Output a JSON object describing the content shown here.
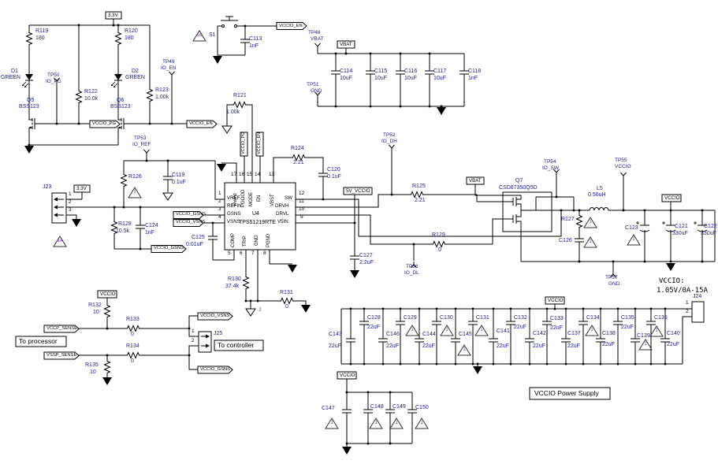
{
  "schematic": {
    "title": "VCCIO Power Supply"
  },
  "nets": {
    "v3p3": "3.3V",
    "vbat": "VBAT",
    "vccio": "VCCIO",
    "vccio_en": "VCCIO_EN",
    "vccio_pg": "VCCIO_PG",
    "vccio_gsns": "VCCIO_GSNS",
    "vccio_vsns": "VCCIO_VSNS",
    "v5_vccio": "5V_VCCIO",
    "vccp_sense": "VCCP_SENSE",
    "vssp_sense": "VSSP_SENSE"
  },
  "components": {
    "r119": {
      "ref": "R119",
      "value": "180"
    },
    "r120": {
      "ref": "R120",
      "value": "180"
    },
    "r121": {
      "ref": "R121",
      "value": "1.00k"
    },
    "r122": {
      "ref": "R122",
      "value": "10.0k"
    },
    "r123": {
      "ref": "R123",
      "value": "1.00k"
    },
    "r124": {
      "ref": "R124",
      "value": "2.21"
    },
    "r125": {
      "ref": "R125",
      "value": "2.21"
    },
    "r126": {
      "ref": "R126"
    },
    "r127": {
      "ref": "R127"
    },
    "r128": {
      "ref": "R128",
      "value": "10.5k"
    },
    "r129": {
      "ref": "R129",
      "value": "0"
    },
    "r130": {
      "ref": "R130",
      "value": "37.4k"
    },
    "r131": {
      "ref": "R131",
      "value": "0"
    },
    "r132": {
      "ref": "R132",
      "value": "10"
    },
    "r133": {
      "ref": "R133",
      "value": "0"
    },
    "r134": {
      "ref": "R134",
      "value": "0"
    },
    "r135": {
      "ref": "R135",
      "value": "10"
    },
    "c113": {
      "ref": "C113",
      "value": "1nF"
    },
    "c114": {
      "ref": "C114",
      "value": "10uF"
    },
    "c115": {
      "ref": "C115",
      "value": "10uF"
    },
    "c116": {
      "ref": "C116",
      "value": "10uF"
    },
    "c117": {
      "ref": "C117",
      "value": "10uF"
    },
    "c118": {
      "ref": "C118",
      "value": "1nF"
    },
    "c119": {
      "ref": "C119",
      "value": "0.1uF"
    },
    "c120": {
      "ref": "C120",
      "value": "0.1uF"
    },
    "c121": {
      "ref": "C121",
      "value": "330uF"
    },
    "c122": {
      "ref": "C122",
      "value": "330uF"
    },
    "c123": {
      "ref": "C123"
    },
    "c124": {
      "ref": "C124",
      "value": "1nF"
    },
    "c125": {
      "ref": "C125",
      "value": "0.01uF"
    },
    "c126": {
      "ref": "C126"
    },
    "c127": {
      "ref": "C127",
      "value": "2.2uF"
    },
    "c128": {
      "ref": "C128",
      "value": "22uF"
    },
    "c129": {
      "ref": "C129"
    },
    "c130": {
      "ref": "C130"
    },
    "c131": {
      "ref": "C131"
    },
    "c132": {
      "ref": "C132",
      "value": "22uF"
    },
    "c133": {
      "ref": "C133",
      "value": "22uF"
    },
    "c134": {
      "ref": "C134"
    },
    "c135": {
      "ref": "C135",
      "value": "22uF"
    },
    "c136": {
      "ref": "C136"
    },
    "c137": {
      "ref": "C137",
      "value": "22uF"
    },
    "c138": {
      "ref": "C138",
      "value": "22uF"
    },
    "c139": {
      "ref": "C139"
    },
    "c140": {
      "ref": "C140",
      "value": "22uF"
    },
    "c141": {
      "ref": "C141",
      "value": "22uF"
    },
    "c142": {
      "ref": "C142",
      "value": "22uF"
    },
    "c143": {
      "ref": "C143",
      "value": "22uF"
    },
    "c144": {
      "ref": "C144",
      "value": "22uF"
    },
    "c145": {
      "ref": "C145"
    },
    "c146": {
      "ref": "C146",
      "value": "22uF"
    },
    "c147": {
      "ref": "C147"
    },
    "c148": {
      "ref": "C148"
    },
    "c149": {
      "ref": "C149"
    },
    "c150": {
      "ref": "C150"
    },
    "d1": {
      "ref": "D1",
      "value": "GREEN"
    },
    "d2": {
      "ref": "D2",
      "value": "GREEN"
    },
    "q5": {
      "ref": "Q5",
      "value": "BSS123"
    },
    "q6": {
      "ref": "Q6",
      "value": "BSS123"
    },
    "q7": {
      "ref": "Q7",
      "value": "CSD87350Q5D"
    },
    "u4": {
      "ref": "U4",
      "value": "TPS51219RTE"
    },
    "l5": {
      "ref": "L5",
      "value": "0.56uH"
    },
    "s1": {
      "ref": "S1"
    },
    "j23": {
      "ref": "J23"
    },
    "j24": {
      "ref": "J24"
    },
    "j25": {
      "ref": "J25"
    }
  },
  "testpoints": {
    "tp48": {
      "ref": "TP48",
      "net": "VBAT"
    },
    "tp49": {
      "ref": "TP49",
      "net": "IO_EN"
    },
    "tp50": {
      "ref": "TP50",
      "net": "IO_PG"
    },
    "tp51": {
      "ref": "TP51",
      "net": "GND"
    },
    "tp52": {
      "ref": "TP52",
      "net": "IO_DH"
    },
    "tp53": {
      "ref": "TP53",
      "net": "IO_REF"
    },
    "tp54": {
      "ref": "TP54",
      "net": "IO_SW"
    },
    "tp55": {
      "ref": "TP55",
      "net": "VCCIO"
    },
    "tp56": {
      "ref": "TP56",
      "net": "IO_DL"
    },
    "tp57": {
      "ref": "TP57",
      "net": "GND"
    }
  },
  "ic_u4": {
    "pins_top": [
      {
        "num": "17",
        "name": "PwPd"
      },
      {
        "num": "16",
        "name": "PGOOD"
      },
      {
        "num": "15",
        "name": "MODE"
      },
      {
        "num": "14",
        "name": "EN"
      },
      {
        "num": "13",
        "name": "VBST"
      }
    ],
    "pins_left": [
      {
        "num": "1",
        "name": "VREF"
      },
      {
        "num": "2",
        "name": "REFIN"
      },
      {
        "num": "3",
        "name": "GSNS"
      },
      {
        "num": "4",
        "name": "VSNS"
      }
    ],
    "pins_right": [
      {
        "num": "12",
        "name": "SW"
      },
      {
        "num": "11",
        "name": "DRVH"
      },
      {
        "num": "10",
        "name": "DRVL"
      },
      {
        "num": "9",
        "name": "V5IN"
      }
    ],
    "pins_bottom": [
      {
        "num": "5",
        "name": "COMP"
      },
      {
        "num": "6",
        "name": "TRIP"
      },
      {
        "num": "7",
        "name": "GND"
      },
      {
        "num": "8",
        "name": "PGND"
      }
    ]
  },
  "connectors": {
    "j23": {
      "pins": [
        "1",
        "2",
        "3"
      ]
    },
    "j24": {
      "pins": [
        "1",
        "2"
      ]
    },
    "j25": {
      "pins": [
        "1",
        "2"
      ]
    }
  },
  "warnings": {
    "s1": "16",
    "j23": "14",
    "r126": "1",
    "r127": "1",
    "c126": "1",
    "c123": "1",
    "c129": "1",
    "c130": "1",
    "c131": "1",
    "c134": "1",
    "c136": "1",
    "c139": "1",
    "c145": "1",
    "c147": "1",
    "c148": "1",
    "c149": "1",
    "c150": "1",
    "net_tie": "2"
  },
  "annotations": {
    "to_processor": "To processor",
    "to_controller": "To controller",
    "vccio_power_supply": "VCCIO Power Supply",
    "out_label": "VCCIO:",
    "out_rating": "1.05V/0A-15A"
  }
}
